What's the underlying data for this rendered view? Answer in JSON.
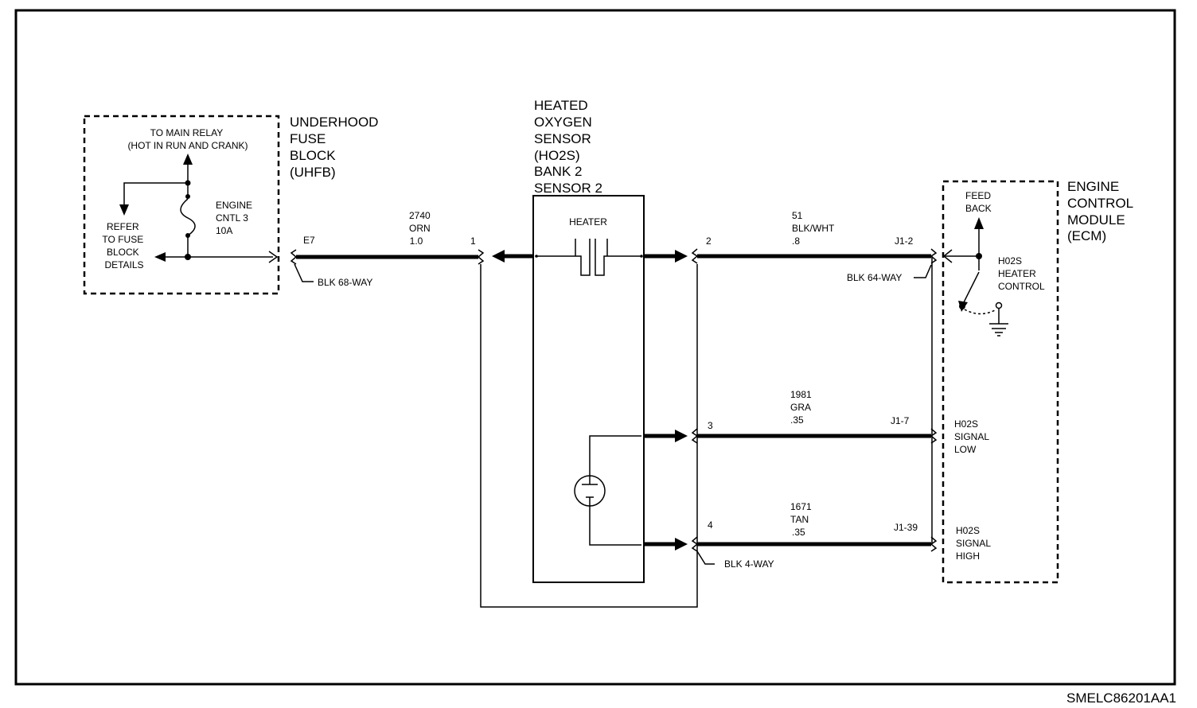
{
  "diagram_id": "SMELC86201AA1",
  "fuse_block": {
    "title": [
      "UNDERHOOD",
      "FUSE",
      "BLOCK",
      "(UHFB)"
    ],
    "relay_note": [
      "TO MAIN RELAY",
      "(HOT IN RUN AND CRANK)"
    ],
    "refer_note": [
      "REFER",
      "TO FUSE",
      "BLOCK",
      "DETAILS"
    ],
    "fuse_label": [
      "ENGINE",
      "CNTL 3",
      "10A"
    ],
    "terminal": "E7",
    "connector": "BLK 68-WAY"
  },
  "sensor": {
    "title": [
      "HEATED",
      "OXYGEN",
      "SENSOR",
      "(HO2S)",
      "BANK 2",
      "SENSOR 2"
    ],
    "heater_label": "HEATER",
    "connector": "BLK 4-WAY"
  },
  "ecm": {
    "title": [
      "ENGINE",
      "CONTROL",
      "MODULE",
      "(ECM)"
    ],
    "connector": "BLK 64-WAY",
    "feedback_label": [
      "FEED",
      "BACK"
    ],
    "heater_control_label": [
      "H02S",
      "HEATER",
      "CONTROL"
    ],
    "signal_low_label": [
      "H02S",
      "SIGNAL",
      "LOW"
    ],
    "signal_high_label": [
      "H02S",
      "SIGNAL",
      "HIGH"
    ]
  },
  "wires": [
    {
      "circuit": "2740",
      "color": "ORN",
      "gauge": "1.0",
      "from_pin": "E7",
      "to_pin": "1"
    },
    {
      "circuit": "51",
      "color": "BLK/WHT",
      "gauge": ".8",
      "from_pin": "2",
      "to_pin": "J1-2"
    },
    {
      "circuit": "1981",
      "color": "GRA",
      "gauge": ".35",
      "from_pin": "3",
      "to_pin": "J1-7"
    },
    {
      "circuit": "1671",
      "color": "TAN",
      "gauge": ".35",
      "from_pin": "4",
      "to_pin": "J1-39"
    }
  ]
}
